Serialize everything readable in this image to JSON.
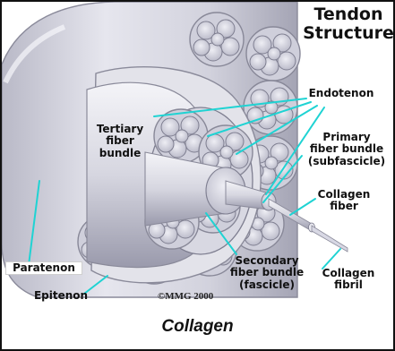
{
  "title": "Tendon\nStructure",
  "caption": "Collagen",
  "copyright": "©MMG 2000",
  "labels": {
    "endotenon": "Endotenon",
    "tertiary": "Tertiary\nfiber\nbundle",
    "primary": "Primary\nfiber bundle\n(subfascicle)",
    "collagen_fiber": "Collagen\nfiber",
    "secondary": "Secondary\nfiber bundle\n(fascicle)",
    "collagen_fibril": "Collagen\nfibril",
    "paratenon": "Paratenon",
    "epitenon": "Epitenon"
  },
  "colors": {
    "leader_line": "#1fd3d3",
    "sheath": "#ccccd8",
    "sheath_light": "#ececf2",
    "sheath_dark": "#8a8a9a"
  }
}
